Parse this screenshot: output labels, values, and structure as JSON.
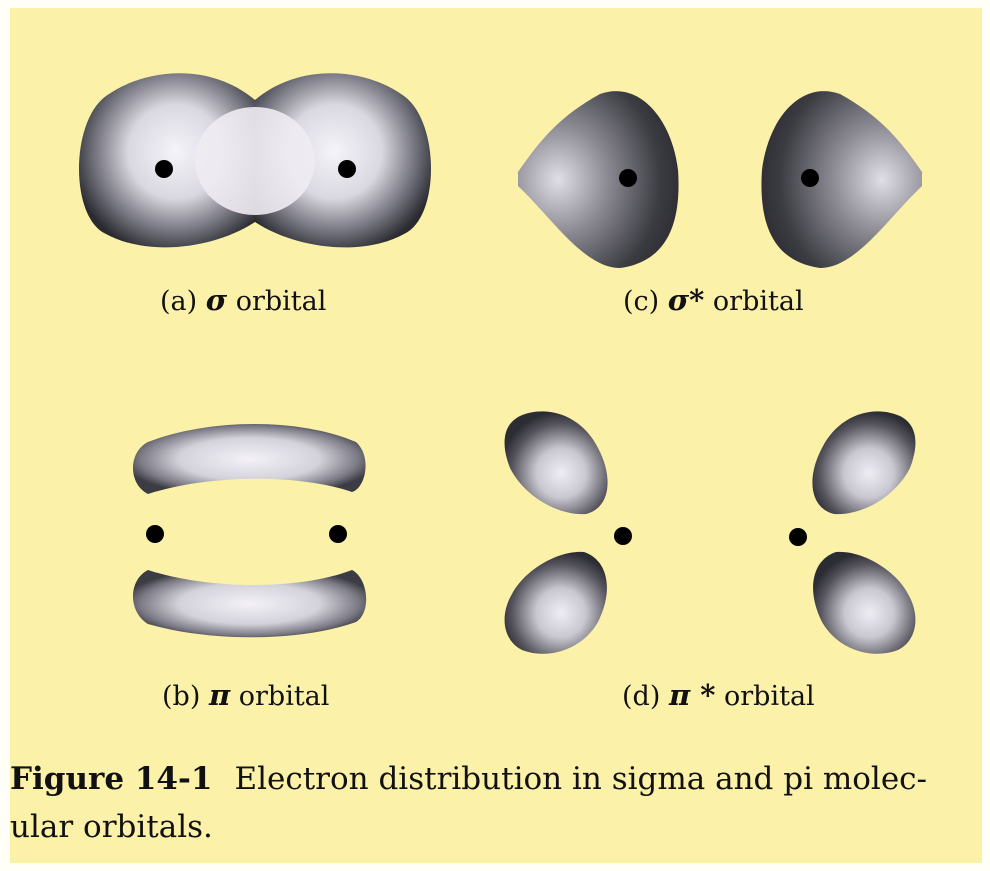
{
  "panels": {
    "a": {
      "prefix": "(a) ",
      "symbol": "σ",
      "suffix": " orbital"
    },
    "c": {
      "prefix": "(c) ",
      "symbol": "σ*",
      "suffix": " orbital"
    },
    "b": {
      "prefix": "(b) ",
      "symbol": "π",
      "suffix": " orbital"
    },
    "d": {
      "prefix": "(d) ",
      "symbol": "π *",
      "suffix": " orbital"
    }
  },
  "caption": {
    "figure_number": "Figure 14-1",
    "line1": "Electron distribution in sigma and pi molec-",
    "line2": "ular orbitals."
  },
  "colors": {
    "background": "#fbf1a9",
    "lobe_dark": "#2e2e36",
    "lobe_light": "#f4f2f8",
    "nucleus": "#000000"
  }
}
